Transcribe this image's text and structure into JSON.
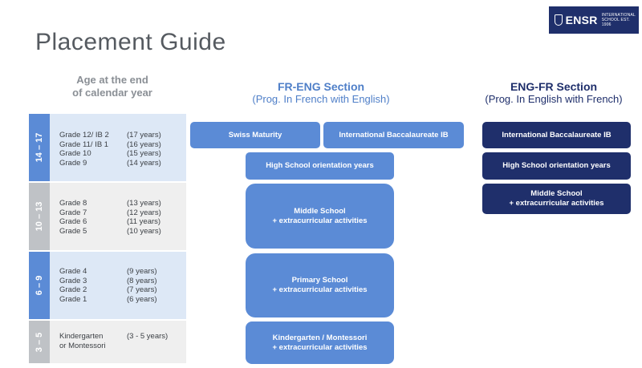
{
  "title": "Placement Guide",
  "logo": {
    "name": "ENSR",
    "sub_line1": "INTERNATIONAL",
    "sub_line2": "SCHOOL EST. 1906"
  },
  "age_header": {
    "line1": "Age at the end",
    "line2": "of calendar year"
  },
  "fr_section": {
    "title": "FR-ENG Section",
    "subtitle": "(Prog. In French with English)"
  },
  "en_section": {
    "title": "ENG-FR Section",
    "subtitle": "(Prog. In English with French)"
  },
  "age_groups": [
    {
      "range": "14 – 17",
      "grades": [
        "Grade 12/ IB 2",
        "Grade 11/ IB 1",
        "Grade 10",
        "Grade 9"
      ],
      "years": [
        "(17 years)",
        "(16 years)",
        "(15 years)",
        "(14 years)"
      ]
    },
    {
      "range": "10 – 13",
      "grades": [
        "Grade 8",
        "Grade 7",
        "Grade 6",
        "Grade 5"
      ],
      "years": [
        "(13 years)",
        "(12 years)",
        "(11 years)",
        "(10 years)"
      ]
    },
    {
      "range": "6 – 9",
      "grades": [
        "Grade 4",
        "Grade 3",
        "Grade 2",
        "Grade 1"
      ],
      "years": [
        "(9 years)",
        "(8 years)",
        "(7 years)",
        "(6 years)"
      ]
    },
    {
      "range": "3 – 5",
      "grades": [
        "Kindergarten",
        "or Montessori"
      ],
      "years": [
        "",
        "(3 - 5 years)"
      ]
    }
  ],
  "fr_boxes": {
    "swiss": "Swiss Maturity",
    "ib": "International Baccalaureate IB",
    "hs": "High School orientation years",
    "ms": {
      "line1": "Middle School",
      "line2": "+ extracurricular activities"
    },
    "ps": {
      "line1": "Primary School",
      "line2": "+ extracurricular activities"
    },
    "kg": {
      "line1": "Kindergarten / Montessori",
      "line2": "+ extracurricular activities"
    }
  },
  "en_boxes": {
    "ib": "International Baccalaureate IB",
    "hs": "High School orientation years",
    "ms": {
      "line1": "Middle School",
      "line2": "+ extracurricular activities"
    }
  },
  "colors": {
    "fr_blue": "#5b8bd6",
    "navy": "#1f2f6b",
    "row_blue_light": "#dde8f6",
    "row_grey_light": "#efefef",
    "tab_blue": "#5b8bd6",
    "tab_grey": "#bfc2c6"
  }
}
